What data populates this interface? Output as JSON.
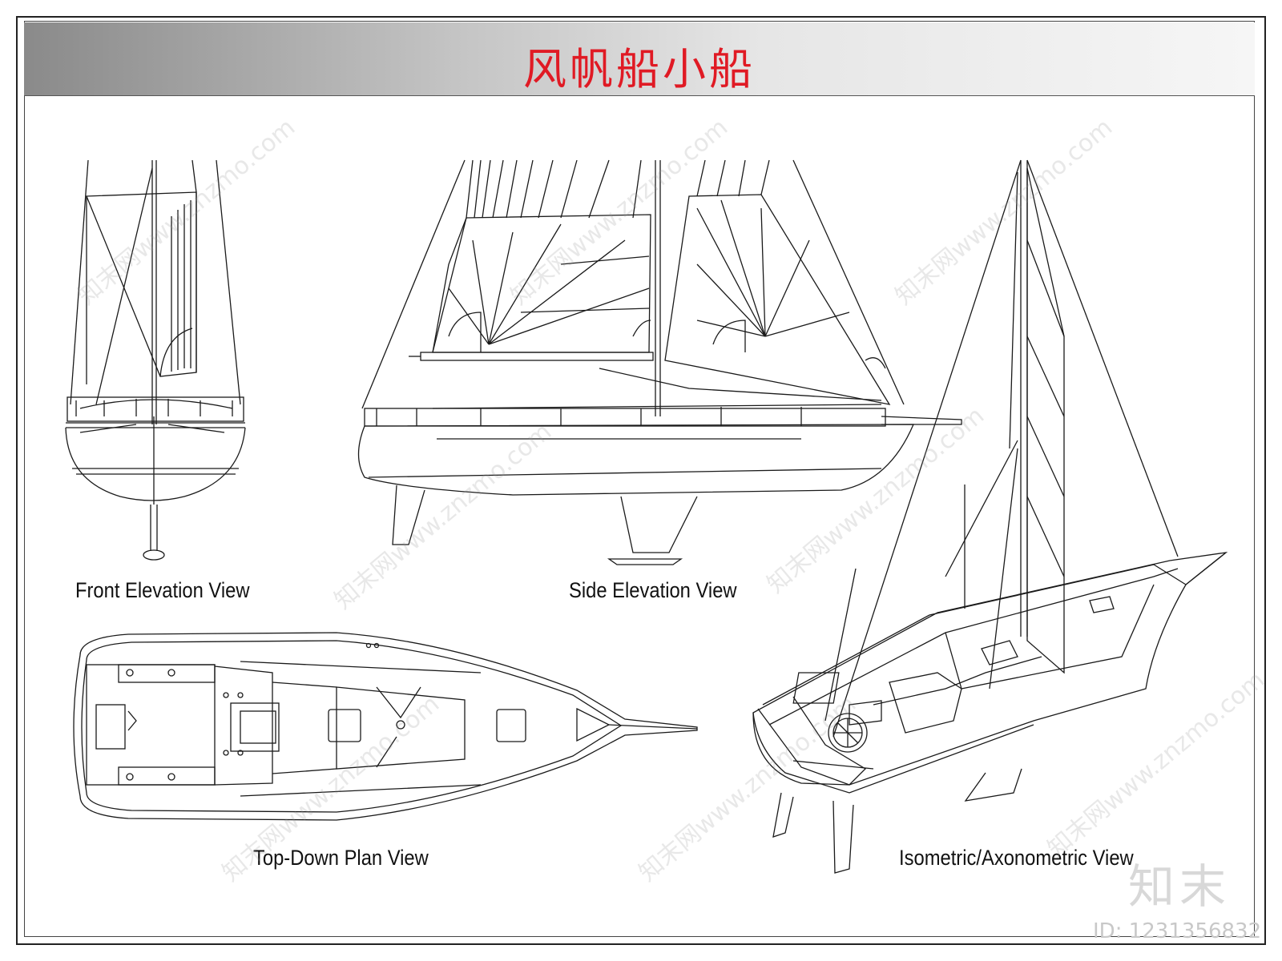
{
  "title": "风帆船小船",
  "views": {
    "front": "Front Elevation View",
    "side": "Side Elevation View",
    "plan": "Top-Down Plan View",
    "iso": "Isometric/Axonometric View"
  },
  "watermark": {
    "text": "知末网www.znzmo.com",
    "logo": "知末",
    "id": "ID: 1231356832"
  },
  "colors": {
    "title": "#e01a24",
    "line": "#1a1a1a"
  }
}
